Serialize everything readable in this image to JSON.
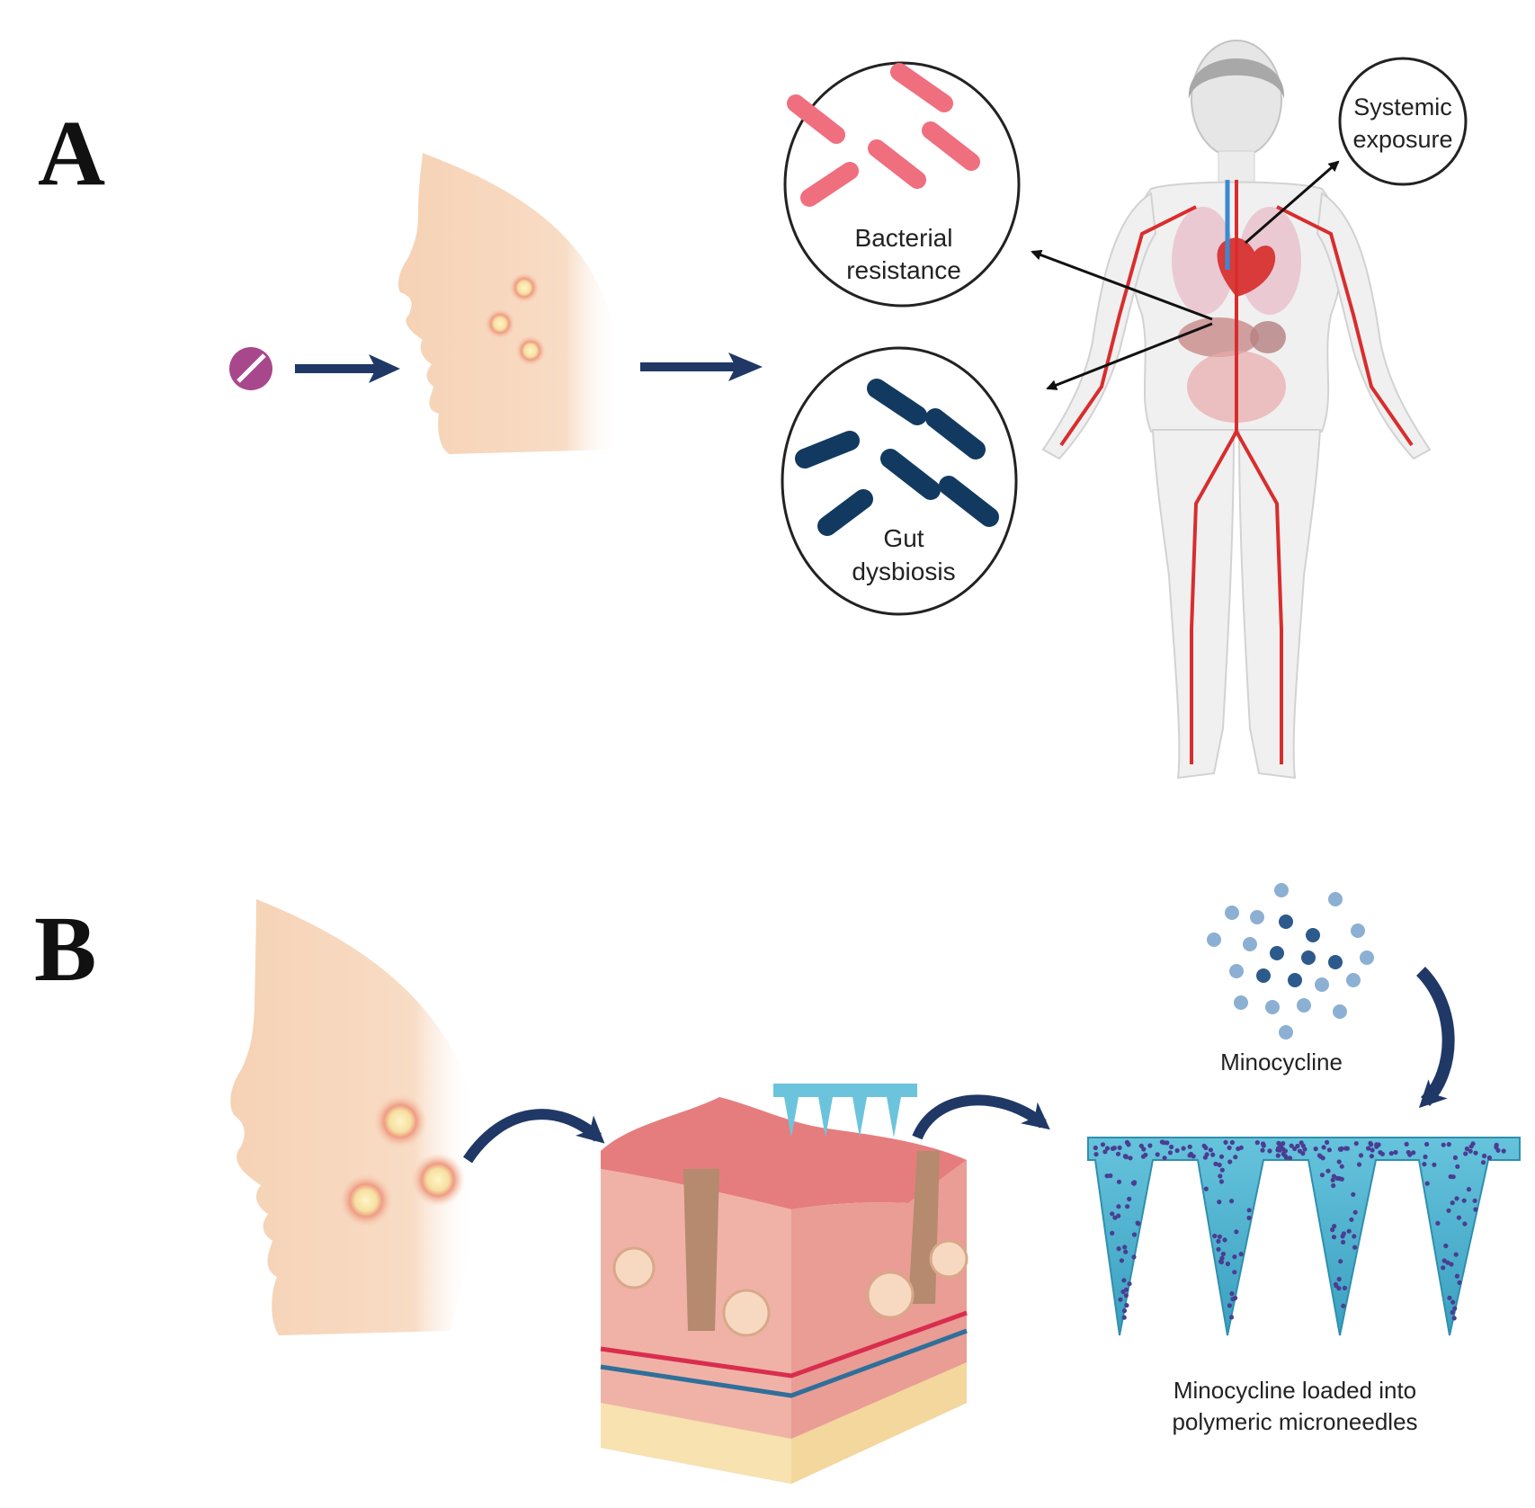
{
  "panels": [
    {
      "letter": "A"
    },
    {
      "letter": "B"
    }
  ],
  "panel_a": {
    "bacteria_label_line1": "Bacterial",
    "bacteria_label_line2": "resistance",
    "gut_label_line1": "Gut",
    "gut_label_line2": "dysbiosis",
    "systemic_label_line1": "Systemic",
    "systemic_label_line2": "exposure"
  },
  "panel_b": {
    "drug_label": "Minocycline",
    "patch_label_line1": "Minocycline loaded into",
    "patch_label_line2": "polymeric microneedles"
  },
  "colors": {
    "arrow_navy": "#1f3866",
    "skin": "#f6d5b8",
    "acne_red": "#e88870",
    "pill_purple": "#a9478c",
    "bacteria_pink": "#ef6f7f",
    "gut_bacteria_navy": "#123a60",
    "vessel_red": "#d92d2d",
    "needle_blue": "#4fb4d0",
    "particle_dark": "#2d5a8c",
    "particle_light": "#8cb0d3"
  }
}
